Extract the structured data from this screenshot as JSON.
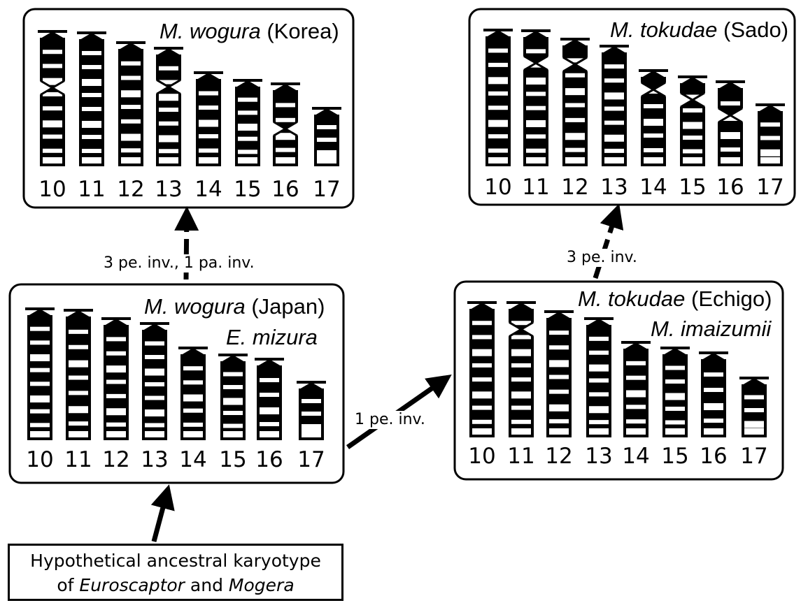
{
  "boxes": {
    "korea": {
      "name": "M. wogura",
      "place": "(Korea)"
    },
    "sado": {
      "name": "M. tokudae",
      "place": "(Sado)"
    },
    "japan": {
      "name": "M. wogura",
      "place": "(Japan)",
      "name2": "E. mizura"
    },
    "echigo": {
      "name": "M. tokudae",
      "place": "(Echigo)",
      "name2": "M. imaizumii"
    }
  },
  "chromosome_numbers": [
    "10",
    "11",
    "12",
    "13",
    "14",
    "15",
    "16",
    "17"
  ],
  "arrows": {
    "japan_to_korea": "3 pe. inv., 1 pa. inv.",
    "echigo_to_sado": "3 pe. inv.",
    "japan_to_echigo": "1 pe. inv."
  },
  "ancestor": {
    "line1": "Hypothetical ancestral karyotype",
    "line2_prefix": "of",
    "genus1": "Euroscaptor",
    "conj": "and",
    "genus2": "Mogera"
  },
  "colors": {
    "ink": "#000000",
    "paper": "#ffffff"
  }
}
